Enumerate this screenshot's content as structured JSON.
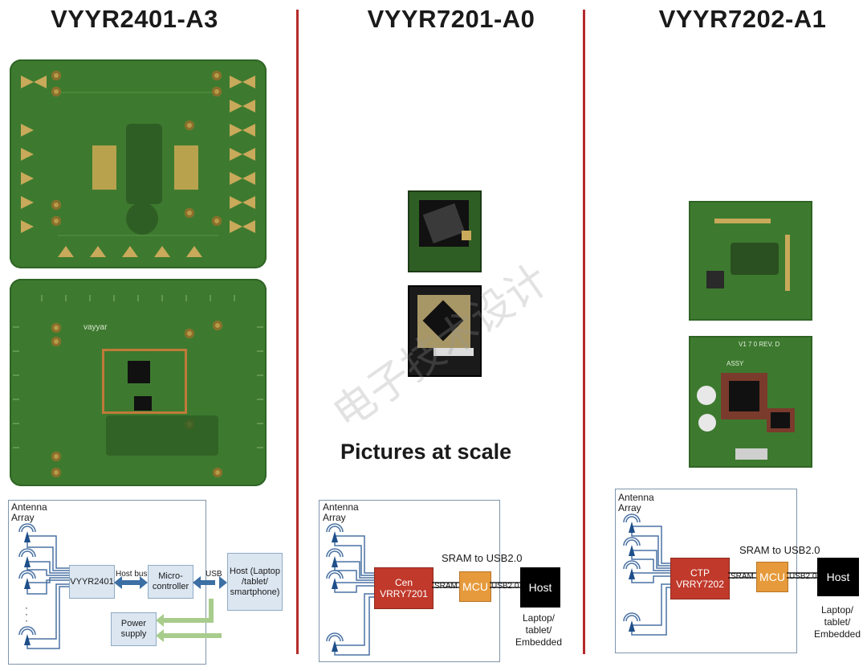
{
  "titles": {
    "left": "VYYR2401-A3",
    "middle": "VYYR7201-A0",
    "right": "VYYR7202-A1"
  },
  "colors": {
    "divider": "#b52a2a",
    "pcb_green": "#3d7a2f",
    "block_fill": "#dbe6f1",
    "red_block": "#c0392b",
    "mcu_orange": "#e69a3b",
    "host_black": "#000000",
    "bus_arrow": "#3c6fa3",
    "power_arrow": "#a8cc8c"
  },
  "middle_caption": "Pictures at scale",
  "watermark": "电子技术设计",
  "pcb_labels": {
    "vayyar_logo": "vayyar",
    "board_7202_bottom": "V1 7 0  REV. D",
    "assy": "ASSY"
  },
  "diagram_left": {
    "antenna_label": "Antenna\nArray",
    "chip": "VYYR2401",
    "host_bus": "Host bus",
    "micro": "Micro-\ncontroller",
    "usb": "USB",
    "host": "Host (Laptop\n/tablet/\nsmartphone)",
    "power": "Power\nsupply",
    "dots": "·\n·\n·"
  },
  "diagram_middle": {
    "antenna_label": "Antenna\nArray",
    "chip": "Cen\nVRRY7201",
    "sram": "SRAM",
    "mcu": "MCU",
    "usb": "USB2.0",
    "sram_to_usb": "SRAM to USB2.0",
    "host": "Host",
    "host_caption": "Laptop/\ntablet/\nEmbedded"
  },
  "diagram_right": {
    "antenna_label": "Antenna\nArray",
    "chip": "CTP\nVRRY7202",
    "sram": "SRAM",
    "mcu": "MCU",
    "usb": "USB2.0",
    "sram_to_usb": "SRAM to USB2.0",
    "host": "Host",
    "host_caption": "Laptop/\ntablet/\nEmbedded"
  }
}
